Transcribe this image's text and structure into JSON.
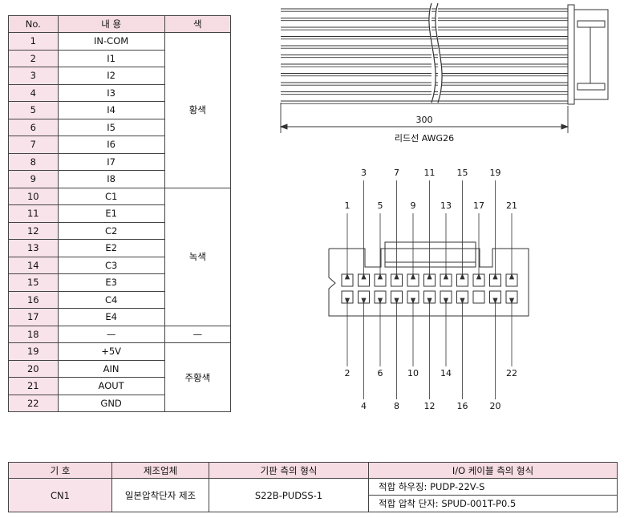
{
  "pin_table": {
    "headers": {
      "no": "No.",
      "content": "내 용",
      "color": "색"
    },
    "rows": [
      {
        "no": "1",
        "content": "IN-COM"
      },
      {
        "no": "2",
        "content": "I1"
      },
      {
        "no": "3",
        "content": "I2"
      },
      {
        "no": "4",
        "content": "I3"
      },
      {
        "no": "5",
        "content": "I4"
      },
      {
        "no": "6",
        "content": "I5"
      },
      {
        "no": "7",
        "content": "I6"
      },
      {
        "no": "8",
        "content": "I7"
      },
      {
        "no": "9",
        "content": "I8"
      },
      {
        "no": "10",
        "content": "C1"
      },
      {
        "no": "11",
        "content": "E1"
      },
      {
        "no": "12",
        "content": "C2"
      },
      {
        "no": "13",
        "content": "E2"
      },
      {
        "no": "14",
        "content": "C3"
      },
      {
        "no": "15",
        "content": "E3"
      },
      {
        "no": "16",
        "content": "C4"
      },
      {
        "no": "17",
        "content": "E4"
      },
      {
        "no": "18",
        "content": "—"
      },
      {
        "no": "19",
        "content": "+5V"
      },
      {
        "no": "20",
        "content": "AIN"
      },
      {
        "no": "21",
        "content": "AOUT"
      },
      {
        "no": "22",
        "content": "GND"
      }
    ],
    "color_groups": [
      {
        "label": "황색",
        "span": 9
      },
      {
        "label": "녹색",
        "span": 8
      },
      {
        "label": "—",
        "span": 1
      },
      {
        "label": "주황색",
        "span": 4
      }
    ]
  },
  "cable": {
    "length": "300",
    "caption": "리드선  AWG26"
  },
  "connector": {
    "top_labels_upper": [
      "3",
      "7",
      "11",
      "15",
      "19"
    ],
    "top_labels_lower": [
      "1",
      "5",
      "9",
      "13",
      "17",
      "21"
    ],
    "bottom_labels_upper": [
      "2",
      "6",
      "10",
      "14",
      "22"
    ],
    "bottom_labels_lower": [
      "4",
      "8",
      "12",
      "16",
      "20"
    ]
  },
  "spec_table": {
    "headers": {
      "symbol": "기 호",
      "maker": "제조업체",
      "board": "기판 측의 형식",
      "cable": "I/O 케이블 측의 형식"
    },
    "symbol": "CN1",
    "maker": "일본압착단자 제조",
    "board": "S22B-PUDSS-1",
    "housing": "적합 하우징: PUDP-22V-S",
    "terminal": "적합 압착 단자: SPUD-001T-P0.5"
  }
}
